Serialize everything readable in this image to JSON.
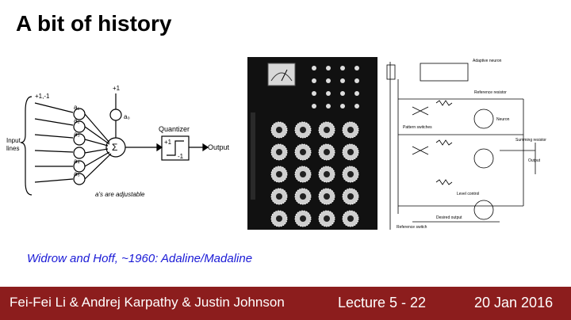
{
  "slide": {
    "title": "A bit of history",
    "caption": "Widrow and Hoff, ~1960: Adaline/Madaline"
  },
  "adaline_diagram": {
    "input_label_1": "Input",
    "input_label_2": "lines",
    "bias_label": "+1",
    "input_top_label": "+1,-1",
    "weights": [
      "a₁",
      "a₂",
      "a₃",
      "a₄",
      "a₅"
    ],
    "bias_weight": "a₀",
    "sum_symbol": "Σ",
    "quantizer_label": "Quantizer",
    "quantizer_plus": "+1",
    "quantizer_minus": "-1",
    "output_label": "Output",
    "adjustable_note": "a's are adjustable"
  },
  "circuit_diagram": {
    "labels": [
      "Adaptive neuron",
      "Reference resistor",
      "Neuron",
      "Pattern switches",
      "Summing resistor",
      "Output",
      "Desired output",
      "Reference switch",
      "Level control"
    ]
  },
  "footer": {
    "authors": "Fei-Fei Li & Andrej Karpathy & Justin Johnson",
    "lecture": "Lecture 5 - 22",
    "date": "20 Jan 2016"
  },
  "colors": {
    "footer_bg": "#8c1d1d",
    "caption": "#1a1ad6"
  }
}
